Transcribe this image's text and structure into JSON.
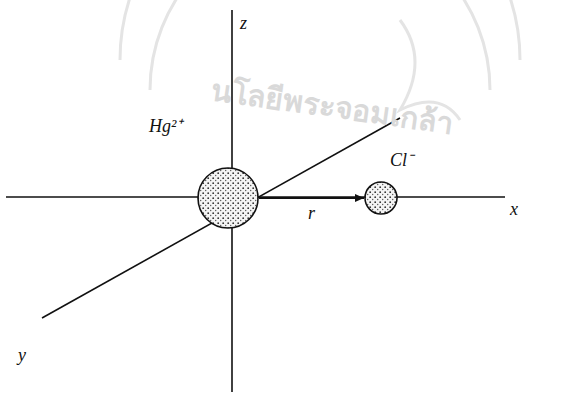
{
  "diagram": {
    "nodes": [
      {
        "text": [
          "Hg²⁺"
        ]
      },
      {
        "text": [
          "Cl⁻"
        ]
      }
    ],
    "edges": [
      {
        "from": 0,
        "to": 1,
        "arrow": "to",
        "label": "r"
      }
    ],
    "labels": [
      "z",
      "x",
      "y",
      "นโลยีพระจอมเกล้า"
    ]
  }
}
